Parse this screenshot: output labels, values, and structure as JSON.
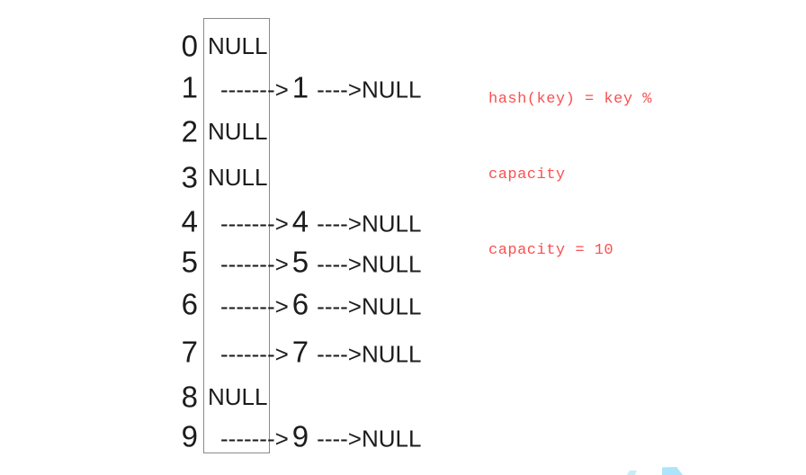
{
  "hash_table": {
    "null_label": "NULL",
    "arrow_to_node": "------->",
    "arrow_to_null": "---->",
    "buckets": [
      {
        "index": "0",
        "type": "null"
      },
      {
        "index": "1",
        "type": "chain",
        "value": "1"
      },
      {
        "index": "2",
        "type": "null"
      },
      {
        "index": "3",
        "type": "null"
      },
      {
        "index": "4",
        "type": "chain",
        "value": "4"
      },
      {
        "index": "5",
        "type": "chain",
        "value": "5"
      },
      {
        "index": "6",
        "type": "chain",
        "value": "6"
      },
      {
        "index": "7",
        "type": "chain",
        "value": "7"
      },
      {
        "index": "8",
        "type": "null"
      },
      {
        "index": "9",
        "type": "chain",
        "value": "9"
      }
    ]
  },
  "annotation": {
    "color": "#fa5050",
    "lines": [
      "hash(key) = key %",
      "capacity",
      "capacity = 10"
    ]
  },
  "watermark": {
    "color_light": "#c5ecfb",
    "color_dark": "#aee4f9"
  }
}
